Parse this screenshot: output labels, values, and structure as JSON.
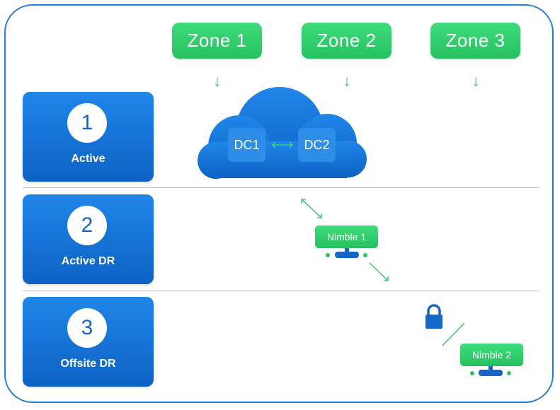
{
  "zones": [
    {
      "label": "Zone 1"
    },
    {
      "label": "Zone 2"
    },
    {
      "label": "Zone 3"
    }
  ],
  "zone_arrow_glyph": "↓",
  "tiers": [
    {
      "number": "1",
      "label": "Active"
    },
    {
      "number": "2",
      "label": "Active DR"
    },
    {
      "number": "3",
      "label": "Offsite DR"
    }
  ],
  "cloud": {
    "dc1": "DC1",
    "dc2": "DC2",
    "link_glyph": "⟷"
  },
  "nimbles": [
    {
      "label": "Nimble 1"
    },
    {
      "label": "Nimble 2"
    }
  ],
  "colors": {
    "frame": "#2a7bd0",
    "zone_green": "#2ecc71",
    "tier_blue": "#1566c6",
    "cloud_blue": "#1a73d9",
    "arrow_green": "#2fbf5e"
  },
  "icons": [
    "lock-icon",
    "monitor-icon",
    "cloud-icon"
  ]
}
